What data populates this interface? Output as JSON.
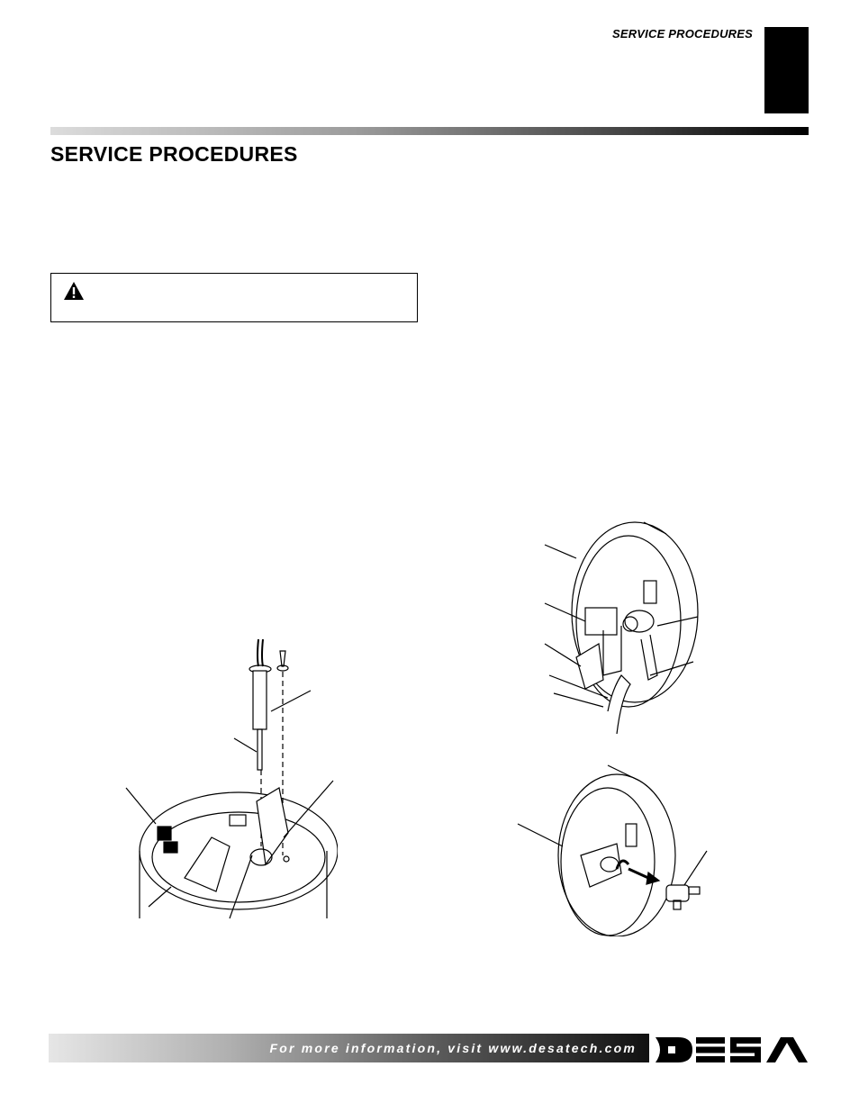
{
  "header": {
    "section_label": "SERVICE PROCEDURES"
  },
  "page": {
    "title": "SERVICE PROCEDURES"
  },
  "warning": {
    "icon": "warning-triangle-icon"
  },
  "footer": {
    "info_text": "For more information, visit www.desatech.com",
    "logo_text": "DESA"
  },
  "colors": {
    "ink": "#000000",
    "paper": "#ffffff"
  }
}
